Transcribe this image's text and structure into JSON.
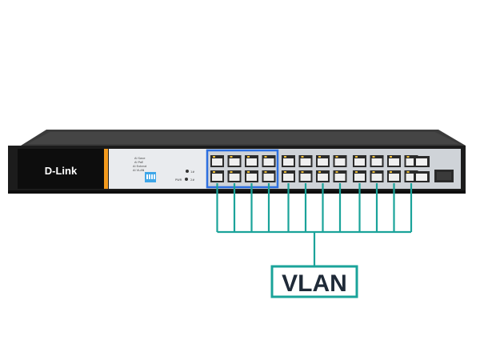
{
  "product": {
    "brand": "D-Link",
    "switch_labels": [
      "AI Save",
      "AI PoE",
      "AI Extend",
      "AI VLAN"
    ],
    "led_labels": [
      "1#",
      "2#"
    ],
    "power_label": "PWR"
  },
  "callout": {
    "label": "VLAN",
    "color": "#1aa39a"
  },
  "colors": {
    "chassis_top": "#3a3a3a",
    "chassis_front": "#1b1b1b",
    "brand_accent": "#f39a1e",
    "port_highlight": "#2d6fe0",
    "dip_switch": "#3ea6e8"
  }
}
